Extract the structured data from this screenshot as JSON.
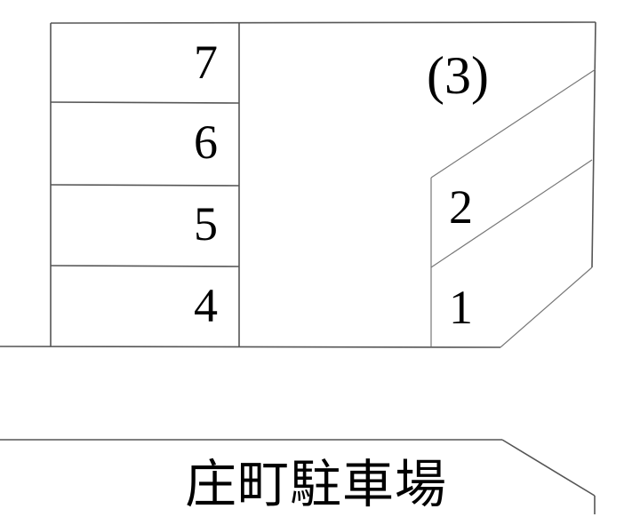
{
  "diagram": {
    "title": "庄町駐車場",
    "zone_label": "(3)",
    "stroke_color": "#555555",
    "background_color": "#ffffff",
    "text_color": "#000000",
    "left_column_stalls": [
      {
        "number": "7"
      },
      {
        "number": "6"
      },
      {
        "number": "5"
      },
      {
        "number": "4"
      }
    ],
    "right_column_stalls": [
      {
        "number": "2"
      },
      {
        "number": "1"
      }
    ]
  }
}
